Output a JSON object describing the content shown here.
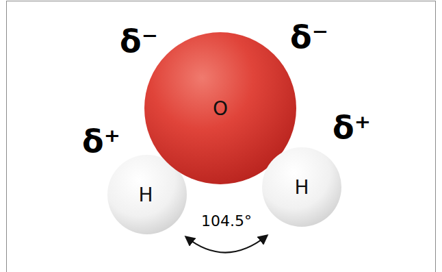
{
  "diagram": {
    "nodes": [
      {
        "text": [
          "O"
        ]
      },
      {
        "text": [
          "H"
        ]
      },
      {
        "text": [
          "H"
        ]
      }
    ],
    "labels": [
      "δ⁻",
      "δ⁻",
      "δ⁺",
      "δ⁺",
      "104.5°"
    ]
  }
}
